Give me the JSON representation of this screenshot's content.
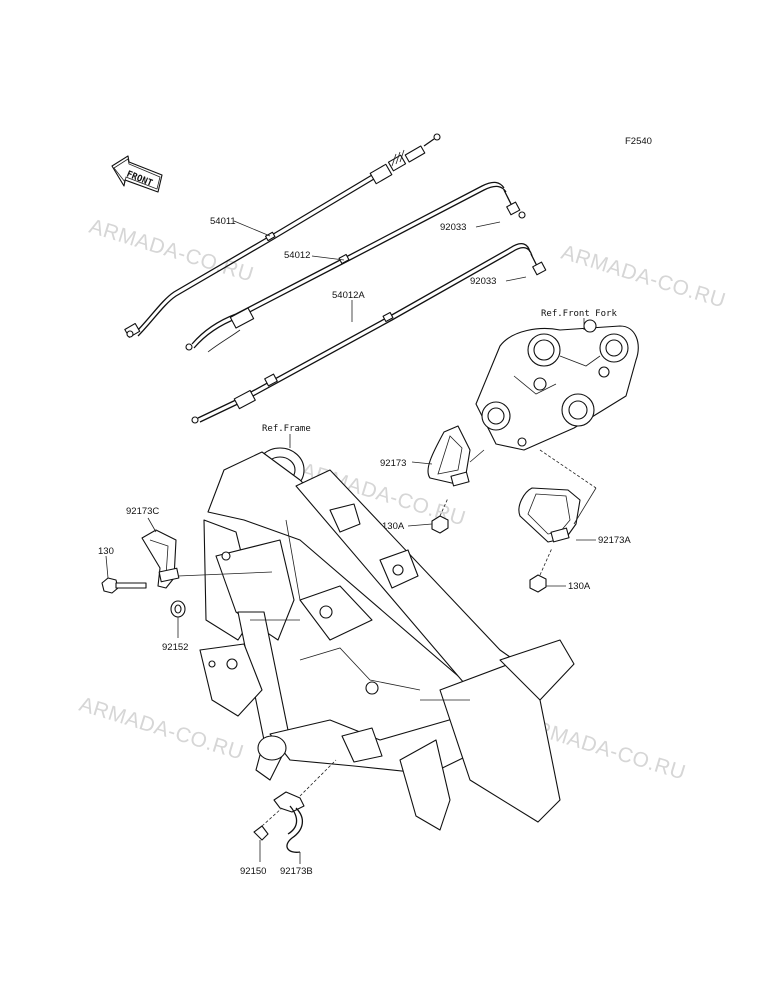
{
  "figure_code": "F2540",
  "front_arrow_label": "FRONT",
  "watermark": "ARMADA-CO.RU",
  "references": {
    "front_fork": "Ref.Front Fork",
    "frame": "Ref.Frame"
  },
  "parts": {
    "p54011": "54011",
    "p54012": "54012",
    "p54012A": "54012A",
    "p92033_a": "92033",
    "p92033_b": "92033",
    "p92173": "92173",
    "p130A_a": "130A",
    "p92173A": "92173A",
    "p130A_b": "130A",
    "p92173C": "92173C",
    "p130": "130",
    "p92152": "92152",
    "p92150": "92150",
    "p92173B": "92173B"
  }
}
